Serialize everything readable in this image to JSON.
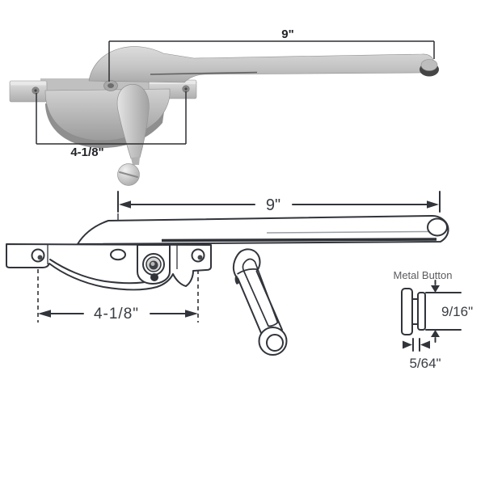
{
  "diagram_title": "casement-operator-dimension-diagram",
  "colors": {
    "line": "#31343a",
    "metal_light": "#d9d9d9",
    "metal_dark": "#9e9e9e",
    "background": "#ffffff"
  },
  "top_view": {
    "arm_length_label": "9\"",
    "screw_spacing_label": "4-1/8\""
  },
  "bottom_view": {
    "arm_length_label": "9\"",
    "screw_spacing_label": "4-1/8\""
  },
  "button_detail": {
    "title": "Metal Button",
    "height_label": "9/16\"",
    "width_label": "5/64\""
  }
}
